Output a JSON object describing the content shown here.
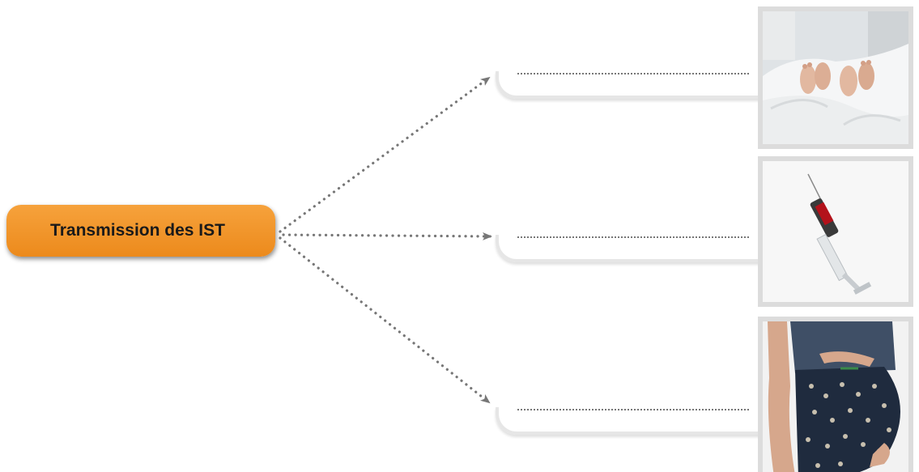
{
  "diagram": {
    "source_label": "Transmission des IST",
    "answer_blanks": [
      {
        "placeholder": ".........................................................................."
      },
      {
        "placeholder": ".........................................................................."
      },
      {
        "placeholder": ".........................................................................."
      }
    ],
    "photos": [
      {
        "subject": "feet-under-bedsheet"
      },
      {
        "subject": "syringe-with-blood"
      },
      {
        "subject": "pregnant-woman"
      }
    ],
    "colors": {
      "pill": "#ef921f",
      "arrow": "#777777",
      "slot_line": "#e6e6e6",
      "photo_frame": "#dcdcdc"
    }
  }
}
